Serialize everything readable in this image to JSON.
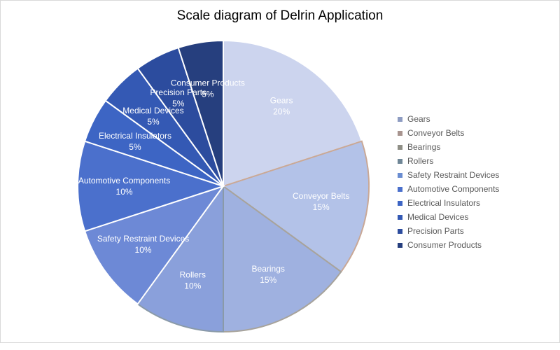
{
  "chart_data": {
    "type": "pie",
    "title": "Scale diagram of Delrin Application",
    "categories": [
      "Gears",
      "Conveyor Belts",
      "Bearings",
      "Rollers",
      "Safety Restraint Devices",
      "Automotive Components",
      "Electrical Insulators",
      "Medical Devices",
      "Precision Parts",
      "Consumer Products"
    ],
    "values": [
      20,
      15,
      15,
      10,
      10,
      10,
      5,
      5,
      5,
      5
    ],
    "value_labels": [
      "20%",
      "15%",
      "15%",
      "10%",
      "10%",
      "10%",
      "5%",
      "5%",
      "5%",
      "5%"
    ],
    "colors": [
      "#ccd4ee",
      "#b3c2e8",
      "#9fb1e0",
      "#8aa0db",
      "#6d89d6",
      "#4b70cc",
      "#3d65c4",
      "#3459b4",
      "#2c4c9e",
      "#263f7e"
    ],
    "legend_colors": [
      "#8e9cc2",
      "#a8948f",
      "#8f8f86",
      "#6f8696",
      "#6a8dd1",
      "#4b70cc",
      "#3d65c4",
      "#3459b4",
      "#2c4c9e",
      "#263f7e"
    ],
    "border_colors": [
      "#ffffff",
      "#c9a896",
      "#a7a39b",
      "#8a9aa8",
      "#ffffff",
      "#ffffff",
      "#ffffff",
      "#ffffff",
      "#ffffff",
      "#ffffff"
    ],
    "legend_position": "right",
    "start_angle": "12 o'clock",
    "direction": "clockwise"
  }
}
